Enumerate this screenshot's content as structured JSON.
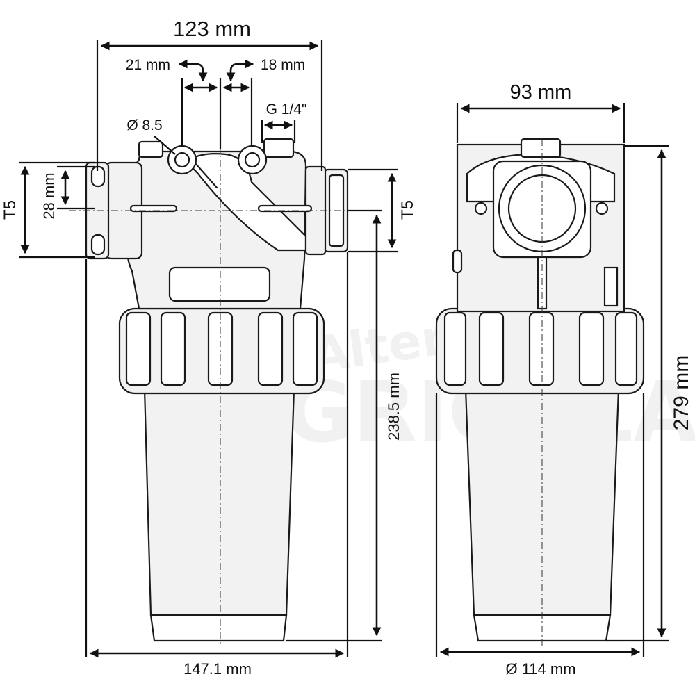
{
  "watermark": {
    "line1": "Alternativa",
    "line2": "AGRICOLA"
  },
  "dimensions": {
    "top_width": "123 mm",
    "port_left": "21 mm",
    "port_right": "18 mm",
    "hole_dia": "Ø 8.5",
    "thread": "G 1/4\"",
    "t5_left": "T5",
    "inner_height": "28 mm",
    "t5_right": "T5",
    "center_height": "238.5 mm",
    "base_width": "147.1 mm",
    "side_top_width": "93 mm",
    "side_total_height": "279 mm",
    "side_diameter": "Ø 114 mm"
  }
}
